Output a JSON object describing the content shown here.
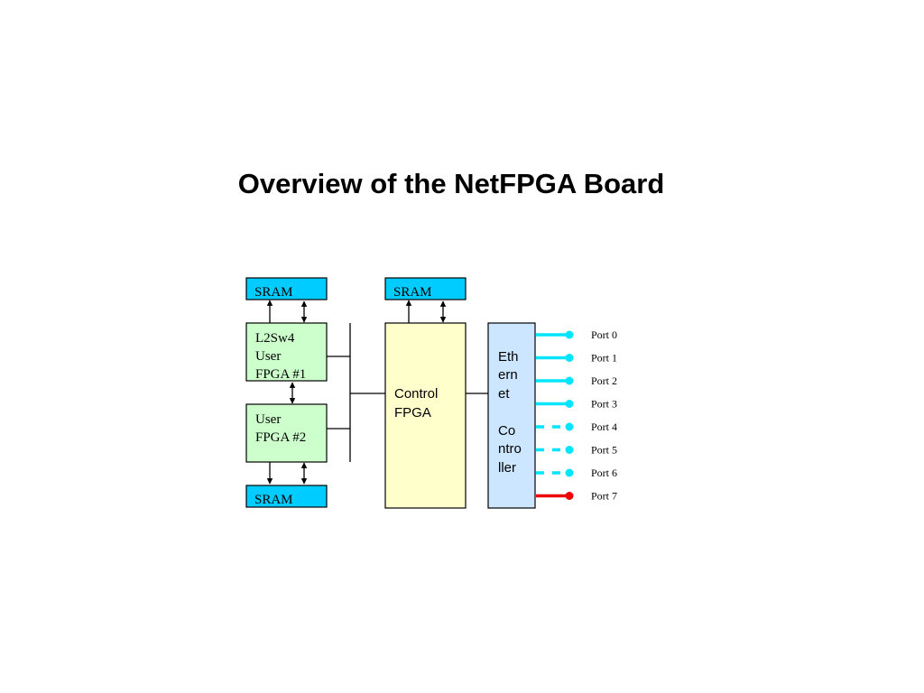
{
  "title": "Overview of the NetFPGA Board",
  "colors": {
    "sram": "#00ccff",
    "user_fpga": "#ccffcc",
    "control_fpga": "#ffffcc",
    "ethernet": "#cce6ff",
    "port_active": "#00e5ff",
    "port_special": "#ee0000",
    "line": "#000000"
  },
  "blocks": {
    "sram_top_left": "SRAM",
    "sram_top_center": "SRAM",
    "sram_bottom": "SRAM",
    "user_fpga_1": [
      "L2Sw4",
      "User",
      "FPGA #1"
    ],
    "user_fpga_2": [
      "User",
      "FPGA #2"
    ],
    "control_fpga": [
      "Control",
      "FPGA"
    ],
    "ethernet_controller": [
      "Eth",
      "ern",
      "et",
      "",
      "Co",
      "ntro",
      "ller"
    ]
  },
  "ports": [
    {
      "label": "Port 0",
      "style": "solid",
      "color": "#00e5ff"
    },
    {
      "label": "Port 1",
      "style": "solid",
      "color": "#00e5ff"
    },
    {
      "label": "Port 2",
      "style": "solid",
      "color": "#00e5ff"
    },
    {
      "label": "Port 3",
      "style": "solid",
      "color": "#00e5ff"
    },
    {
      "label": "Port 4",
      "style": "dashed",
      "color": "#00e5ff"
    },
    {
      "label": "Port 5",
      "style": "dashed",
      "color": "#00e5ff"
    },
    {
      "label": "Port 6",
      "style": "dashed",
      "color": "#00e5ff"
    },
    {
      "label": "Port 7",
      "style": "solid",
      "color": "#ee0000"
    }
  ]
}
